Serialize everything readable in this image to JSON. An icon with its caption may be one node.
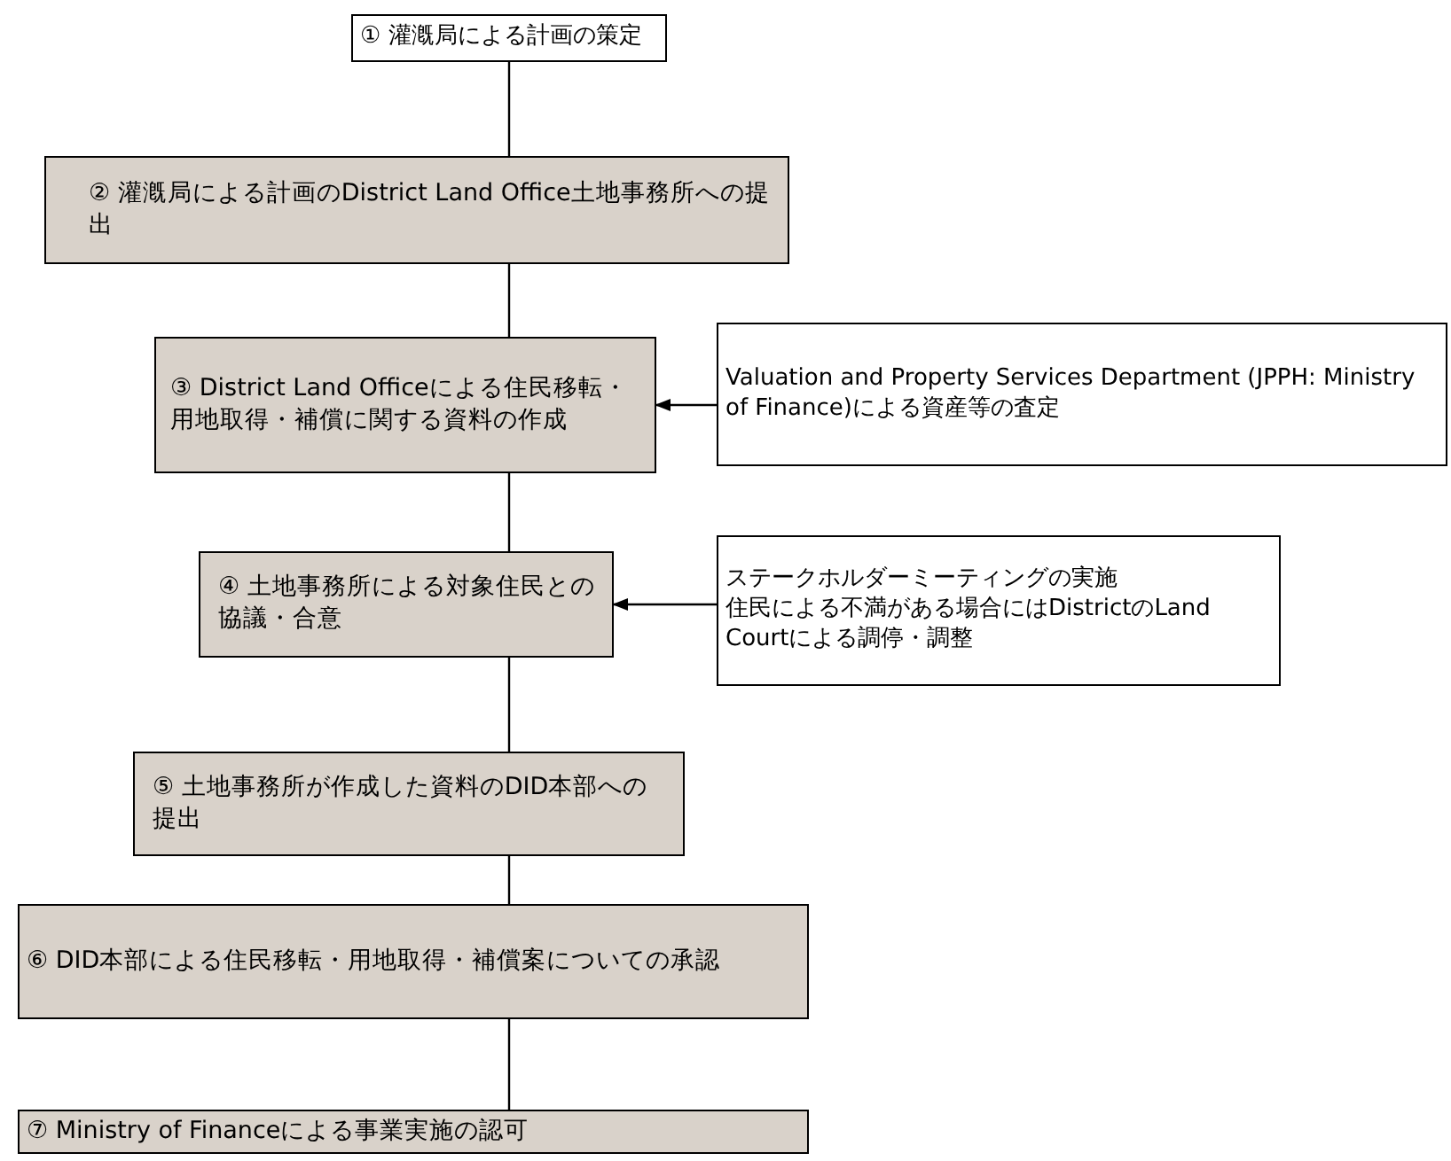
{
  "diagram": {
    "nodes": [
      {
        "text": [
          "① 灌漑局による計画の策定"
        ]
      },
      {
        "text": [
          "② 灌漑局による計画のDistrict Land Office土地事務所への提出"
        ]
      },
      {
        "text": [
          "③ District Land Officeによる住民移転・用地取得・補償に関する資料の作成"
        ]
      },
      {
        "text": [
          "Valuation and Property Services Department (JPPH: Ministry of Finance)による資産等の査定"
        ]
      },
      {
        "text": [
          "④ 土地事務所による対象住民との協議・合意"
        ]
      },
      {
        "text": [
          "ステークホルダーミーティングの実施",
          "住民による不満がある場合にはDistrictのLand Courtによる調停・調整"
        ]
      },
      {
        "text": [
          "⑤ 土地事務所が作成した資料のDID本部への提出"
        ]
      },
      {
        "text": [
          "⑥ DID本部による住民移転・用地取得・補償案についての承認"
        ]
      },
      {
        "text": [
          "⑦ Ministry of Financeによる事業実施の認可"
        ]
      }
    ],
    "edges": [
      {
        "from": 0,
        "to": 1,
        "arrow": "none"
      },
      {
        "from": 1,
        "to": 2,
        "arrow": "none"
      },
      {
        "from": 3,
        "to": 2,
        "arrow": "to"
      },
      {
        "from": 2,
        "to": 4,
        "arrow": "none"
      },
      {
        "from": 5,
        "to": 4,
        "arrow": "to"
      },
      {
        "from": 4,
        "to": 6,
        "arrow": "none"
      },
      {
        "from": 6,
        "to": 7,
        "arrow": "none"
      },
      {
        "from": 7,
        "to": 8,
        "arrow": "none"
      }
    ]
  }
}
